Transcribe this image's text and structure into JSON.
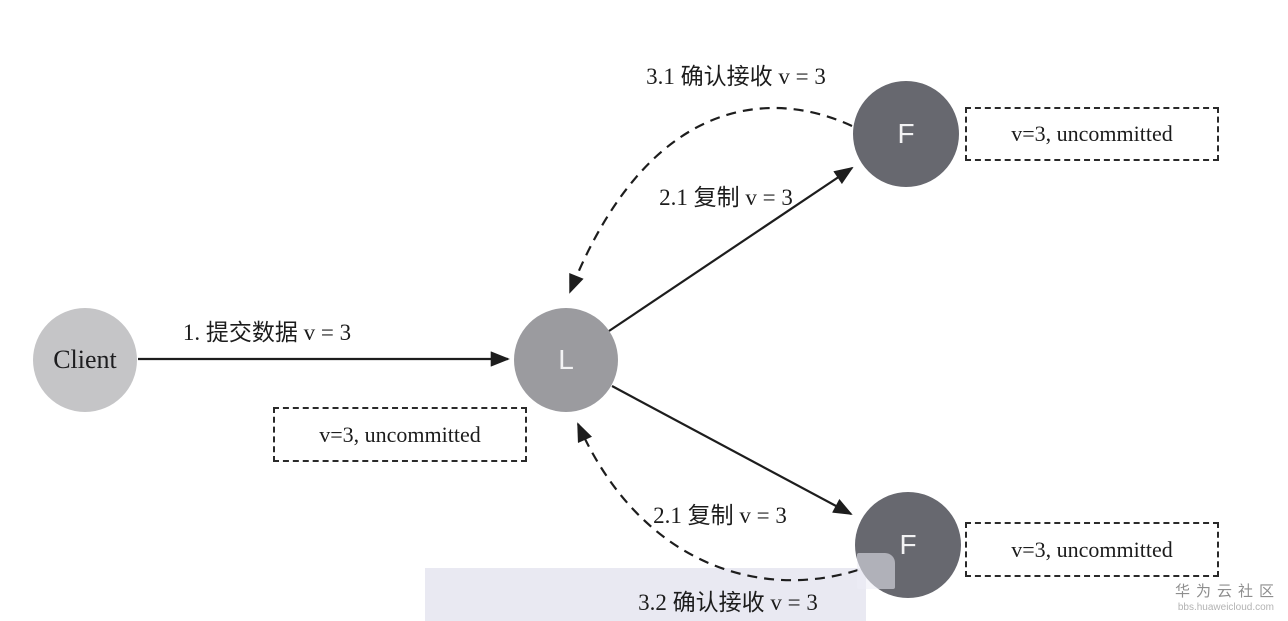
{
  "nodes": {
    "client": {
      "label": "Client",
      "color": "#c5c5c7"
    },
    "leader": {
      "label": "L",
      "color": "#9b9b9f"
    },
    "follower_top": {
      "label": "F",
      "color": "#67686f"
    },
    "follower_bottom": {
      "label": "F",
      "color": "#67686f"
    }
  },
  "edges": {
    "submit": {
      "label": "1. 提交数据 v = 3",
      "from": "client",
      "to": "leader",
      "style": "solid"
    },
    "replicate_top": {
      "label": "2.1 复制 v = 3",
      "from": "leader",
      "to": "follower_top",
      "style": "solid"
    },
    "replicate_bottom": {
      "label": "2.1 复制 v = 3",
      "from": "leader",
      "to": "follower_bottom",
      "style": "solid"
    },
    "ack_top": {
      "label": "3.1 确认接收 v = 3",
      "from": "follower_top",
      "to": "leader",
      "style": "dashed"
    },
    "ack_bottom": {
      "label": "3.2 确认接收 v = 3",
      "from": "follower_bottom",
      "to": "leader",
      "style": "dashed"
    }
  },
  "state_boxes": {
    "leader": {
      "text": "v=3, uncommitted"
    },
    "follower_top": {
      "text": "v=3, uncommitted"
    },
    "follower_bottom": {
      "text": "v=3, uncommitted"
    }
  },
  "watermark": {
    "site": "华为云社区",
    "url": "bbs.huaweicloud.com"
  },
  "colors": {
    "background": "#ffffff",
    "edge_stroke": "#1d1d1d",
    "box_border": "#2a2a2a",
    "text": "#1c1c1c",
    "highlight_strip": "#e9e9f2",
    "watermark_site": "#8e8e8e",
    "watermark_url": "#b3b3b3"
  }
}
